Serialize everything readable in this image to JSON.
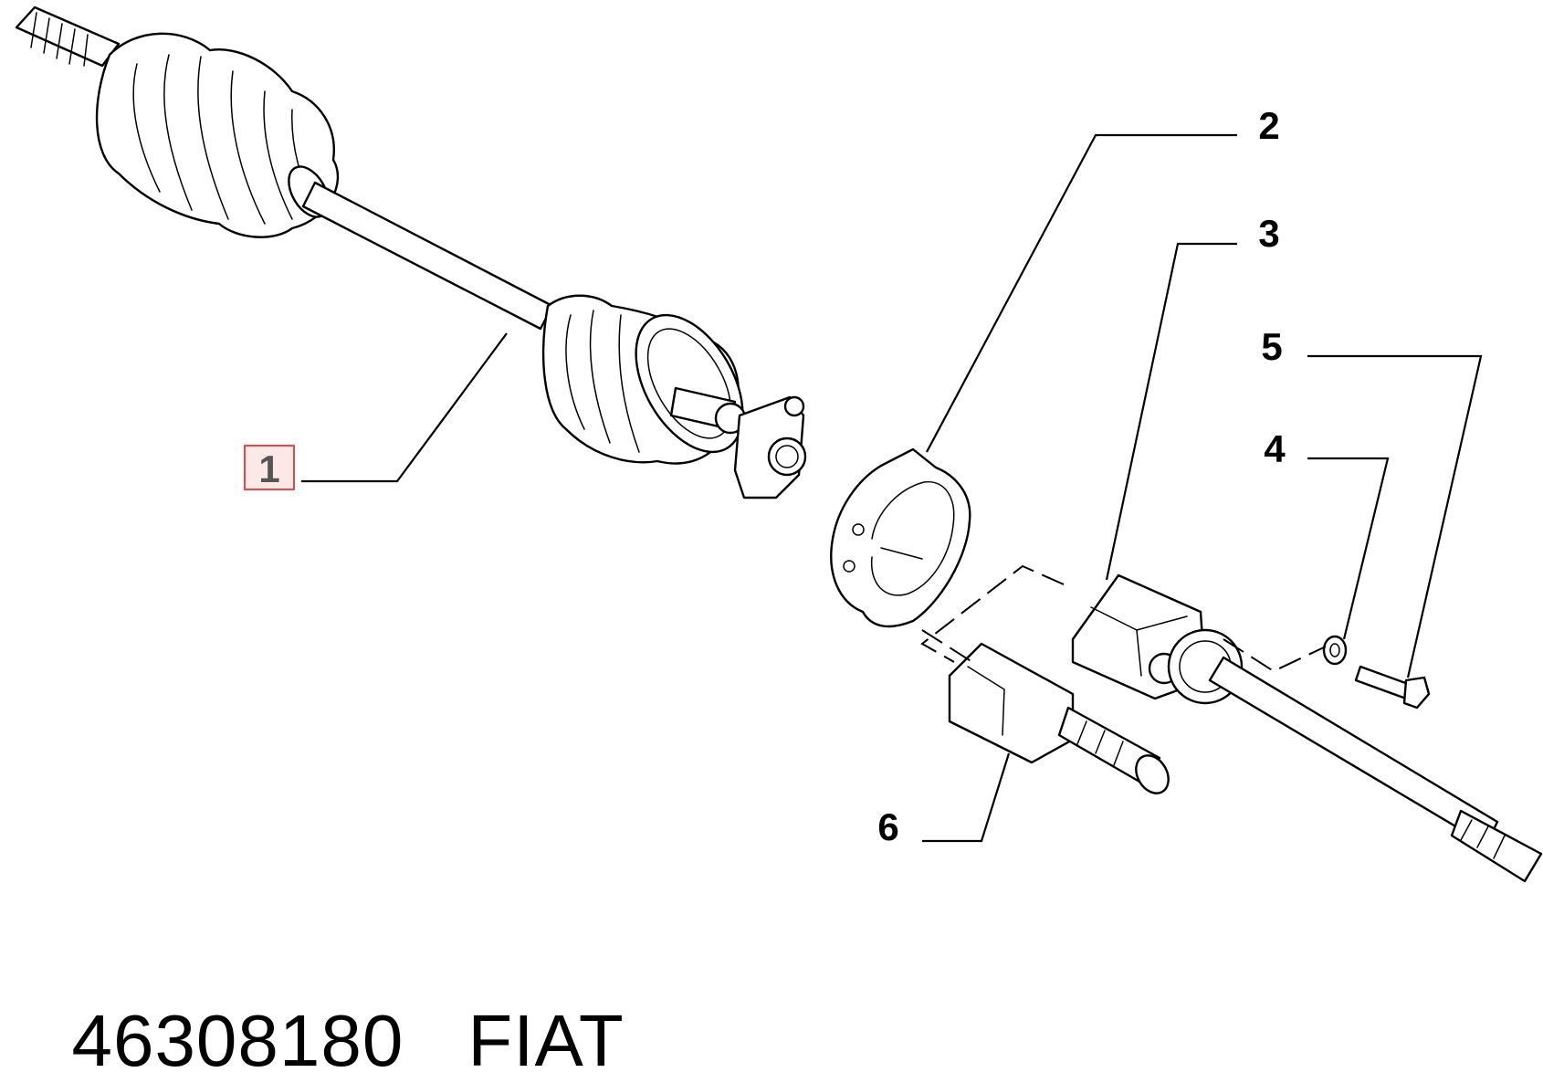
{
  "callouts": {
    "c1": "1",
    "c2": "2",
    "c3": "3",
    "c4": "4",
    "c5": "5",
    "c6": "6"
  },
  "footer": {
    "part_number": "46308180",
    "brand": "FIAT"
  },
  "highlight_color": "#e24848"
}
